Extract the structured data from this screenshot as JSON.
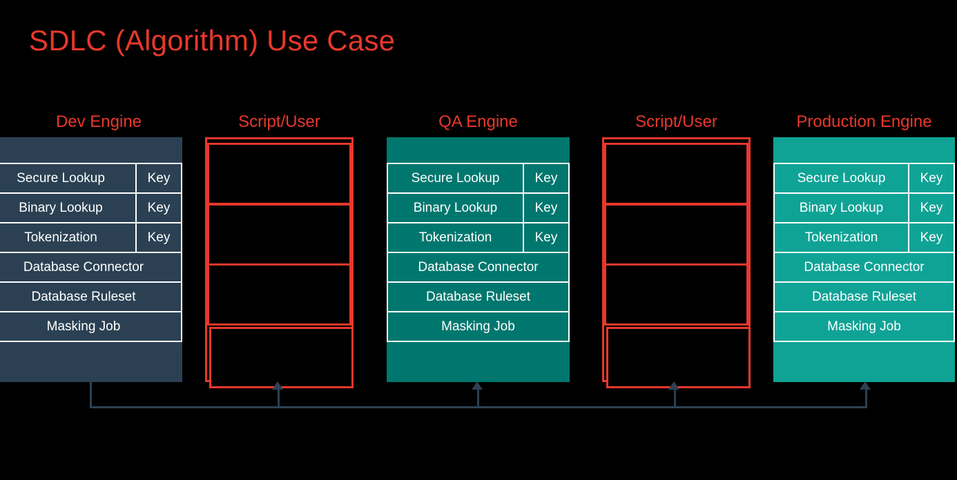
{
  "title": "SDLC (Algorithm) Use Case",
  "theme": {
    "background": "#000000",
    "accent_red": "#e8382c",
    "dev_fill": "#2b4153",
    "qa_fill": "#00776e",
    "prod_fill": "#0fa396",
    "row_border": "#ffffff",
    "connector": "#2b4153"
  },
  "engine_rows": [
    {
      "label": "Secure Lookup",
      "key": "Key"
    },
    {
      "label": "Binary Lookup",
      "key": "Key"
    },
    {
      "label": "Tokenization",
      "key": "Key"
    },
    {
      "label": "Database Connector",
      "key": null
    },
    {
      "label": "Database Ruleset",
      "key": null
    },
    {
      "label": "Masking Job",
      "key": null
    }
  ],
  "columns": [
    {
      "id": "dev",
      "header": "Dev Engine",
      "type": "engine",
      "fill": "#2b4153"
    },
    {
      "id": "script-1",
      "header": "Script/User",
      "type": "script",
      "boxes": [
        {
          "label": ""
        },
        {
          "label": ""
        },
        {
          "label": ""
        },
        {
          "label": ""
        }
      ]
    },
    {
      "id": "qa",
      "header": "QA Engine",
      "type": "engine",
      "fill": "#00776e"
    },
    {
      "id": "script-2",
      "header": "Script/User",
      "type": "script",
      "boxes": [
        {
          "label": ""
        },
        {
          "label": ""
        },
        {
          "label": ""
        },
        {
          "label": ""
        }
      ]
    },
    {
      "id": "prod",
      "header": "Production Engine",
      "type": "engine",
      "fill": "#0fa396"
    }
  ],
  "connector": {
    "arrow_count": 4,
    "direction": "up",
    "color": "#2b4153"
  }
}
